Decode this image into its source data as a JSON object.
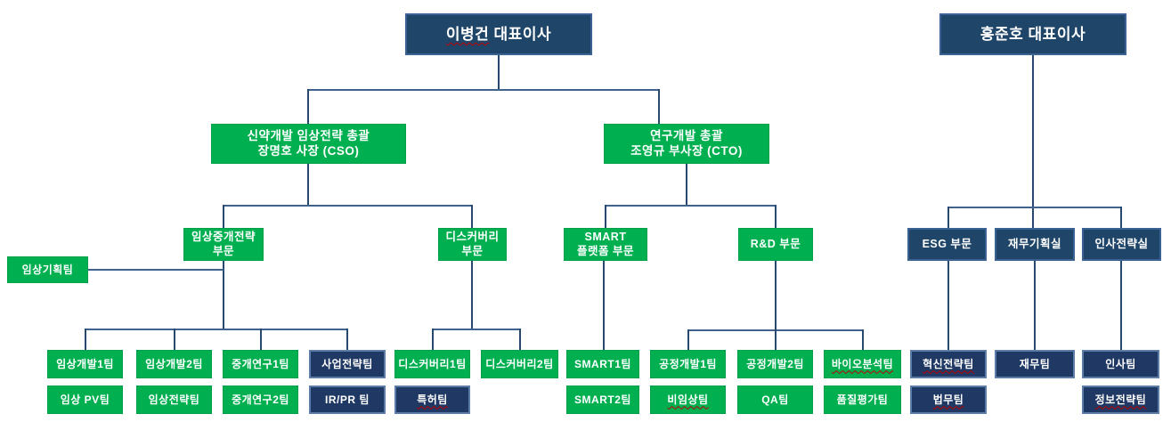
{
  "diagram": {
    "type": "org-chart",
    "executives": {
      "ceo_left": {
        "name": "이병건",
        "title": "대표이사"
      },
      "ceo_right": {
        "label": "홍준호 대표이사"
      },
      "cso": {
        "label": "신약개발 임상전략 총괄\n장명호 사장 (CSO)"
      },
      "cto": {
        "label": "연구개발 총괄\n조영규 부사장 (CTO)"
      }
    },
    "divisions": {
      "clinical": {
        "label": "임상중개전략\n부문"
      },
      "discovery": {
        "label": "디스커버리\n부문"
      },
      "smart": {
        "label": "SMART\n플랫폼 부문"
      },
      "rnd": {
        "label": "R&D 부문"
      },
      "esg": {
        "label": "ESG 부문"
      },
      "finance": {
        "label": "재무기획실"
      },
      "hr": {
        "label": "인사전략실"
      }
    },
    "teams": {
      "clinical_planning": "임상기획팀",
      "clin_dev1": "임상개발1팀",
      "clin_dev2": "임상개발2팀",
      "trans_res1": "중개연구1팀",
      "biz_strategy": "사업전략팀",
      "clin_pv": "임상 PV팀",
      "clin_strategy": "임상전략팀",
      "trans_res2": "중개연구2팀",
      "ir_pr": "IR/PR 팀",
      "discovery1": "디스커버리1팀",
      "discovery2": "디스커버리2팀",
      "patent": "특허팀",
      "smart1": "SMART1팀",
      "smart2": "SMART2팀",
      "proc_dev1": "공정개발1팀",
      "proc_dev2": "공정개발2팀",
      "bio_analysis": "바이오분석팀",
      "nonclinical": "비임상팀",
      "qa": "QA팀",
      "quality_eval": "품질평가팀",
      "innovation": "혁신전략팀",
      "treasury": "재무팀",
      "people": "인사팀",
      "legal": "법무팀",
      "info_strategy": "정보전략팀"
    },
    "colors": {
      "department_green": "#00B050",
      "executive_navy": "#1F4568",
      "staff_navy": "#1F3864",
      "connector_line": "#2E567F",
      "spellcheck_red": "#C00000"
    }
  }
}
